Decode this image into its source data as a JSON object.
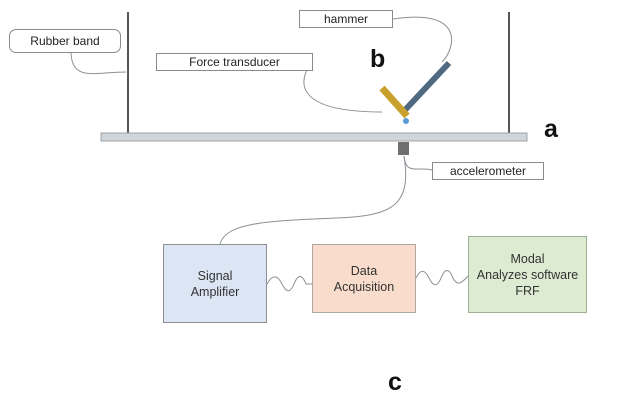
{
  "labels": {
    "rubber_band": "Rubber band",
    "force_transducer": "Force transducer",
    "hammer": "hammer",
    "accelerometer": "accelerometer"
  },
  "blocks": {
    "signal_amplifier": "Signal\nAmplifier",
    "data_acquisition": "Data\nAcquisition",
    "modal_software": "Modal\nAnalyzes software\nFRF"
  },
  "tags": {
    "a": "a",
    "b": "b",
    "c": "c"
  },
  "colors": {
    "beam": "#d0d5da",
    "amplifier_fill": "#dbe5f3",
    "daq_fill": "#f9dccc",
    "modal_fill": "#dcebd2",
    "hammer_handle": "#4f6a80",
    "hammer_head": "#c9a02e",
    "hammer_tip": "#5b9bd5",
    "accelerometer": "#707070",
    "wire": "#8a9096"
  }
}
